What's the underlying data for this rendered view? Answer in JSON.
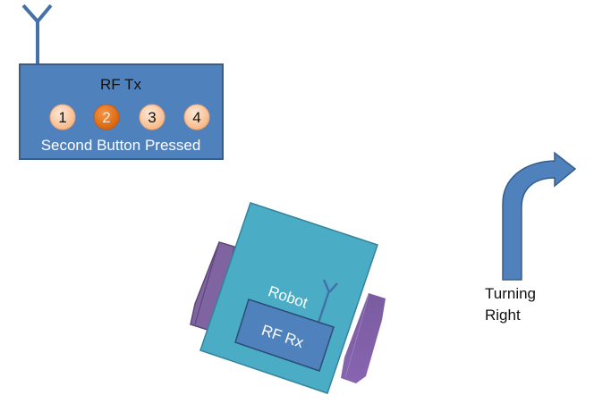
{
  "transmitter": {
    "label": "RF Tx",
    "status": "Second Button Pressed",
    "colors": {
      "fill": "#4f81bd",
      "stroke": "#385d8a",
      "antenna": "#4472a8"
    },
    "buttons": [
      {
        "label": "1",
        "pressed": false
      },
      {
        "label": "2",
        "pressed": true
      },
      {
        "label": "3",
        "pressed": false
      },
      {
        "label": "4",
        "pressed": false
      }
    ],
    "button_colors": {
      "normal": "#fbc7a0",
      "pressed": "#e46c0a",
      "stroke": "#e48a3c"
    }
  },
  "robot": {
    "label": "Robot",
    "receiver_label": "RF Rx",
    "colors": {
      "body": "#4bacc6",
      "body_stroke": "#31849b",
      "receiver": "#4f81bd",
      "receiver_stroke": "#2c4d75",
      "wheel": "#8064a2",
      "wheel_stroke": "#5c4776"
    }
  },
  "direction": {
    "line1": "Turning",
    "line2": "Right",
    "arrow_icon": "curved-right-arrow-icon",
    "arrow_color": "#4f81bd"
  }
}
